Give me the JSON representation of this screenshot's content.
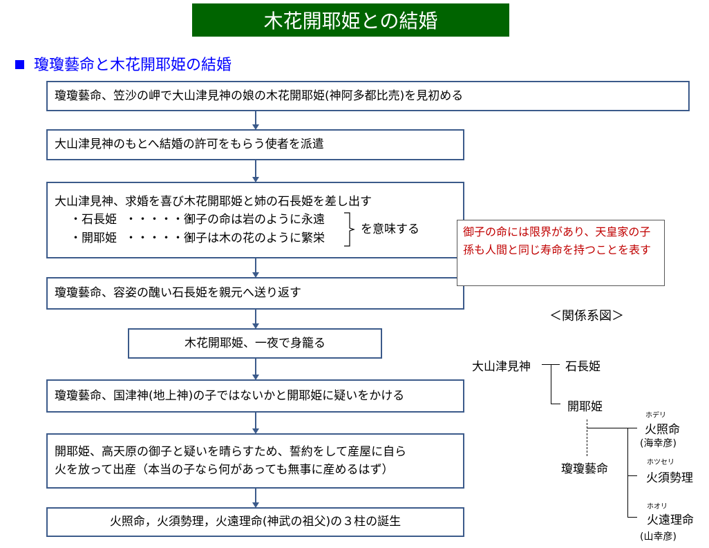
{
  "title": "木花開耶姫との結婚",
  "heading": "瓊瓊藝命と木花開耶姫の結婚",
  "flow": {
    "step1": "瓊瓊藝命、笠沙の岬で大山津見神の娘の木花開耶姫(神阿多都比売)を見初める",
    "step2": "大山津見神のもとへ結婚の許可をもらう使者を派遣",
    "step3": {
      "line": "大山津見神、求婚を喜び木花開耶姫と姉の石長姫を差し出す",
      "items": [
        {
          "name": "・石長姫",
          "dots": "・・・・・・",
          "meaning": "御子の命は岩のように永遠"
        },
        {
          "name": "・開耶姫",
          "dots": "・・・・・・",
          "meaning": "御子は木の花のように繁栄"
        }
      ],
      "brace_label": "を意味する"
    },
    "step4": "瓊瓊藝命、容姿の醜い石長姫を親元へ送り返す",
    "step5": "木花開耶姫、一夜で身籠る",
    "step6": "瓊瓊藝命、国津神(地上神)の子ではないかと開耶姫に疑いをかける",
    "step7": [
      "開耶姫、高天原の御子と疑いを晴らすため、誓約をして産屋に自ら",
      "火を放って出産（本当の子なら何があっても無事に産めるはず）"
    ],
    "step8": "火照命，火須勢理，火遠理命(神武の祖父)の３柱の誕生"
  },
  "note": "御子の命には限界があり、天皇家の子孫も人間と同じ寿命を持つことを表す",
  "genealogy": {
    "title": "＜関係系図＞",
    "father": "大山津見神",
    "daughter1": "石長姫",
    "daughter2": "開耶姫",
    "husband": "瓊瓊藝命",
    "children": [
      {
        "furigana": "ホデリ",
        "name": "火照命",
        "alias": "(海幸彦)"
      },
      {
        "furigana": "ホツセリ",
        "name": "火須勢理"
      },
      {
        "furigana": "ホオリ",
        "name": "火遠理命",
        "alias": "(山幸彦)"
      }
    ]
  },
  "colors": {
    "title_bg": "#006400",
    "heading": "#0000ff",
    "border": "#3b5a8a",
    "note_text": "#c00000"
  }
}
